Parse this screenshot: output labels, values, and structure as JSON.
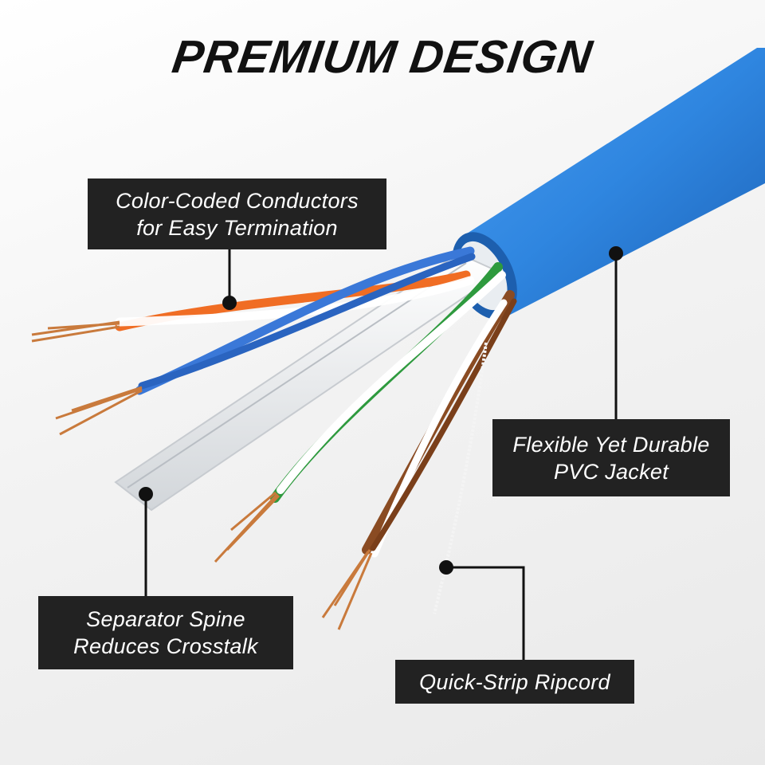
{
  "title": "PREMIUM DESIGN",
  "callouts": {
    "color_coded": {
      "line1": "Color-Coded Conductors",
      "line2": "for Easy Termination"
    },
    "jacket": {
      "line1": "Flexible Yet Durable",
      "line2": "PVC Jacket"
    },
    "spine": {
      "line1": "Separator Spine",
      "line2": "Reduces Crosstalk"
    },
    "ripcord": {
      "line1": "Quick-Strip Ripcord"
    }
  },
  "colors": {
    "jacket": "#2f86e0",
    "callout_bg": "#222222",
    "orange": "#f06d24",
    "blue": "#3a78d8",
    "green": "#2e9a3e",
    "brown": "#8a4b22",
    "copper": "#c97a3c"
  }
}
